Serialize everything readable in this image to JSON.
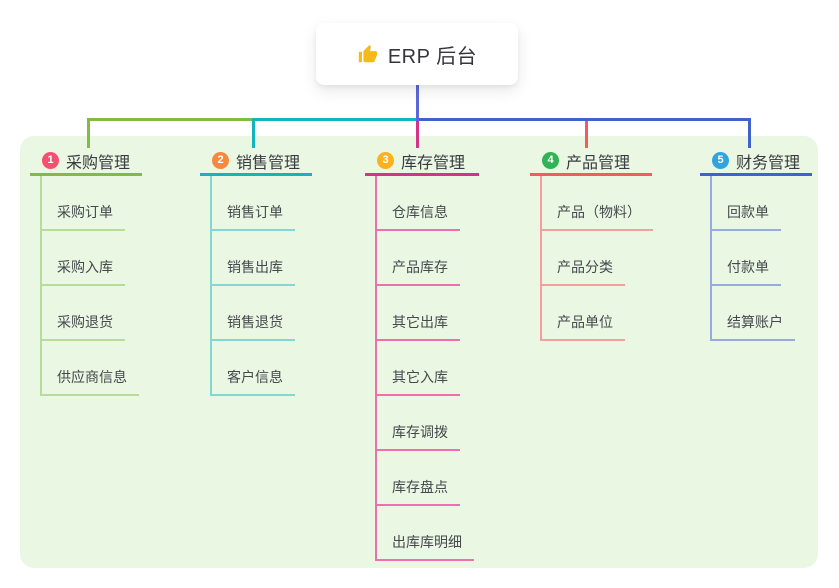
{
  "root": {
    "label": "ERP 后台",
    "icon": "thumbs-up-icon",
    "icon_color": "#f5b91c",
    "stem_color": "#5b68d8",
    "box_bg": "#ffffff"
  },
  "panel": {
    "bg": "#e9f7e3"
  },
  "branches": [
    {
      "num": "1",
      "label": "采购管理",
      "badge_color": "#f5506f",
      "line_color": "#82bb41",
      "child_line_color": "#b7db9a",
      "children": [
        "采购订单",
        "采购入库",
        "采购退货",
        "供应商信息"
      ]
    },
    {
      "num": "2",
      "label": "销售管理",
      "badge_color": "#f9883d",
      "line_color": "#13b5bb",
      "child_line_color": "#86d7d3",
      "children": [
        "销售订单",
        "销售出库",
        "销售退货",
        "客户信息"
      ]
    },
    {
      "num": "3",
      "label": "库存管理",
      "badge_color": "#fcb11f",
      "line_color": "#d23488",
      "child_line_color": "#ee6fae",
      "children": [
        "仓库信息",
        "产品库存",
        "其它出库",
        "其它入库",
        "库存调拨",
        "库存盘点",
        "出库库明细"
      ]
    },
    {
      "num": "4",
      "label": "产品管理",
      "badge_color": "#2fb355",
      "line_color": "#f25c5c",
      "child_line_color": "#f59e9e",
      "children": [
        "产品（物料）",
        "产品分类",
        "产品单位"
      ]
    },
    {
      "num": "5",
      "label": "财务管理",
      "badge_color": "#33a3dd",
      "line_color": "#3f63cb",
      "child_line_color": "#97abdf",
      "children": [
        "回款单",
        "付款单",
        "结算账户"
      ]
    }
  ]
}
